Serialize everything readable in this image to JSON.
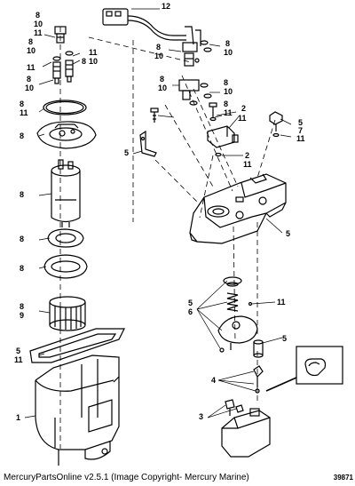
{
  "footer": {
    "text": "MercuryPartsOnline v2.5.1 (Image Copyright- Mercury Marine)"
  },
  "diagram_ref": "39871",
  "callouts": {
    "c_8a": "8",
    "c_10a": "10",
    "c_11a": "11",
    "c_8b": "8",
    "c_10b": "10",
    "c_11b": "11",
    "c_8c": "8",
    "c_10c": "10",
    "c_11c": "11",
    "c_8d": "8",
    "c_10d": "10",
    "c_8e": "8",
    "c_11e": "11",
    "c_8f": "8",
    "c_12": "12",
    "c_8g": "8",
    "c_10g": "10",
    "c_8h": "8",
    "c_10h": "10",
    "c_8i": "8",
    "c_10i": "10",
    "c_8j": "8",
    "c_10j": "10",
    "c_8k": "8",
    "c_11k": "11",
    "c_2a": "2",
    "c_11m": "11",
    "c_5a": "5",
    "c_7": "7",
    "c_11n": "11",
    "c_5b": "5",
    "c_2b": "2",
    "c_11o": "11",
    "c_8l": "8",
    "c_5c": "5",
    "c_8m": "8",
    "c_8n": "8",
    "c_8o": "8",
    "c_9": "9",
    "c_5d": "5",
    "c_11p": "11",
    "c_5e": "5",
    "c_6": "6",
    "c_11q": "11",
    "c_5f": "5",
    "c_4": "4",
    "c_3": "3",
    "c_1": "1"
  }
}
